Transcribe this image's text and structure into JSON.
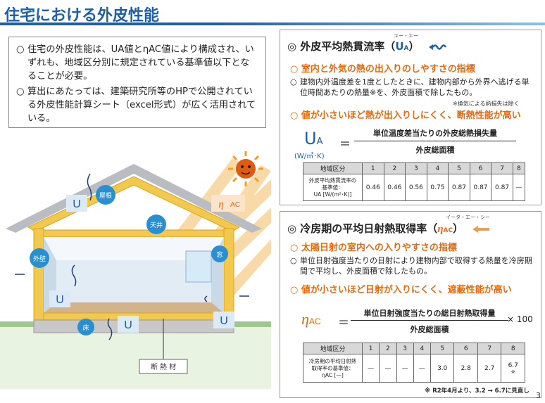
{
  "title": "住宅における外皮性能",
  "intro": [
    "住宅の外皮性能は、UA値とηAC値により構成され、いずれも、地域区分別に規定されている基準値以下となることが必要。",
    "算出にあたっては、建築研究所等のHPで公開されている外皮性能計算シート（excel形式）が広く活用されている。"
  ],
  "intro_mark": "○",
  "house": {
    "labels": {
      "roof": "屋根",
      "ceiling": "天井",
      "wall": "外壁",
      "window": "窓",
      "floor": "床",
      "insulation": "断 熱 材"
    },
    "u_symbol": "U",
    "eta_symbol": "η",
    "eta_sub": "AC"
  },
  "ua_panel": {
    "ruby": "ユー・エー",
    "title_prefix": "◎ 外皮平均熱貫流率（",
    "title_sym": "U",
    "title_sub": "A",
    "title_suffix": "）",
    "heading1": "○ 室内と外気の熱の出入りのしやすさの指標",
    "body_mark": "○",
    "body": "建物内外温度差を1度としたときに、建物内部から外界へ逃げる単位時間あたりの熱量※を、外皮面積で除したもの。",
    "note": "※換気による熱損失は除く",
    "heading2": "○ 値が小さいほど熱が出入りしにくく、断熱性能が高い",
    "formula_sym": "U",
    "formula_sub": "A",
    "formula_unit": "(W/㎡･K)",
    "formula_eq": "＝",
    "numerator": "単位温度差当たりの外皮総熱損失量",
    "denominator": "外皮総面積",
    "table": {
      "header_label": "地域区分",
      "regions": [
        "1",
        "2",
        "3",
        "4",
        "5",
        "6",
        "7",
        "8"
      ],
      "row_label_lines": [
        "外皮平均熱貫流率の",
        "基準値：",
        "UA [W/(m²･K)]"
      ],
      "values": [
        "0.46",
        "0.46",
        "0.56",
        "0.75",
        "0.87",
        "0.87",
        "0.87",
        "—"
      ]
    }
  },
  "eta_panel": {
    "ruby": "イータ・エー・シー",
    "title_prefix": "◎ 冷房期の平均日射熱取得率（",
    "title_sym": "η",
    "title_sub": "AC",
    "title_suffix": "）",
    "heading1": "○ 太陽日射の室内への入りやすさの指標",
    "body_mark": "○",
    "body": "単位日射強度当たりの日射により建物内部で取得する熱量を冷房期間で平均し、外皮面積で除したもの。",
    "heading2": "○ 値が小さいほど日射が入りにくく、遮蔽性能が高い",
    "formula_sym": "η",
    "formula_sub": "AC",
    "formula_eq": "＝",
    "numerator": "単位日射強度当たりの総日射熱取得量",
    "denominator": "外皮総面積",
    "multiplier": "× 100",
    "table": {
      "header_label": "地域区分",
      "regions": [
        "1",
        "2",
        "3",
        "4",
        "5",
        "6",
        "7",
        "8"
      ],
      "row_label_lines": [
        "冷房期の平均日射熱",
        "取得率の基準値：",
        "ηAC [—]"
      ],
      "values": [
        "—",
        "—",
        "—",
        "—",
        "3.0",
        "2.8",
        "2.7",
        "6.7"
      ],
      "value8_note": "※"
    }
  },
  "foot_note": "※ R2年4月より、3.2 → 6.7に見直し",
  "page_number": "3",
  "colors": {
    "title_blue": "#1f5fa8",
    "orange": "#e8680c",
    "insulation_yellow": "#f2c94c",
    "u_box": "#dce9f7",
    "eta_box": "#fbe3cc"
  }
}
